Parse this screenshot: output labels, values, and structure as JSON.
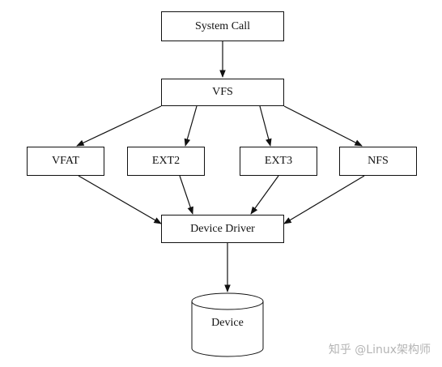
{
  "diagram": {
    "nodes": {
      "system_call": "System Call",
      "vfs": "VFS",
      "vfat": "VFAT",
      "ext2": "EXT2",
      "ext3": "EXT3",
      "nfs": "NFS",
      "device_driver": "Device Driver",
      "device": "Device"
    },
    "edges": [
      [
        "system_call",
        "vfs"
      ],
      [
        "vfs",
        "vfat"
      ],
      [
        "vfs",
        "ext2"
      ],
      [
        "vfs",
        "ext3"
      ],
      [
        "vfs",
        "nfs"
      ],
      [
        "vfat",
        "device_driver"
      ],
      [
        "ext2",
        "device_driver"
      ],
      [
        "ext3",
        "device_driver"
      ],
      [
        "nfs",
        "device_driver"
      ],
      [
        "device_driver",
        "device"
      ]
    ],
    "line_color": "#111111"
  },
  "watermark": "知乎 @Linux架构师"
}
